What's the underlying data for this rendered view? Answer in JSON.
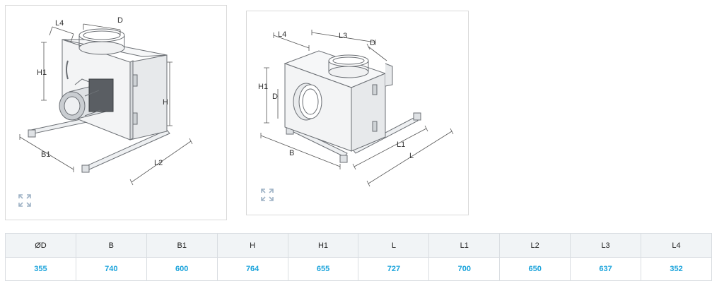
{
  "drawings": [
    {
      "labels": {
        "D": "D",
        "L4": "L4",
        "H1": "H1",
        "H": "H",
        "B1": "B1",
        "L2": "L2"
      },
      "expand_icon": "expand-arrows-icon"
    },
    {
      "labels": {
        "L4": "L4",
        "L3": "L3",
        "D_top": "D",
        "H1": "H1",
        "D_side": "D",
        "B": "B",
        "L1": "L1",
        "L": "L"
      },
      "expand_icon": "expand-arrows-icon"
    }
  ],
  "dimensions": {
    "headers": [
      "ØD",
      "B",
      "B1",
      "H",
      "H1",
      "L",
      "L1",
      "L2",
      "L3",
      "L4"
    ],
    "values": [
      "355",
      "740",
      "600",
      "764",
      "655",
      "727",
      "700",
      "650",
      "637",
      "352"
    ]
  },
  "colors": {
    "value_text": "#1aa3db",
    "header_bg": "#f1f4f6",
    "border": "#d9dde1"
  }
}
